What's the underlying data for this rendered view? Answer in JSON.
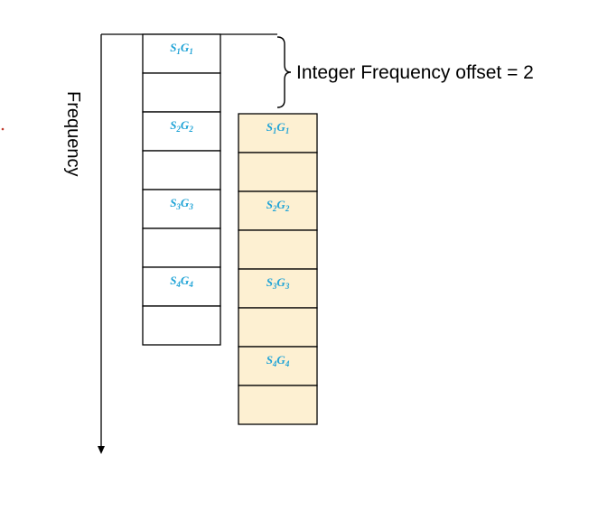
{
  "axis": {
    "label": "Frequency"
  },
  "offset_annotation": {
    "label": "Integer Frequency offset = 2"
  },
  "colors": {
    "label_blue": "#1fa3d6",
    "shifted_fill": "#fdf0d2",
    "original_fill": "#ffffff",
    "stroke": "#000000",
    "stray_dot": "#c0392b"
  },
  "original_column": {
    "cells": [
      {
        "label_main1": "S",
        "label_sub1": "1",
        "label_main2": "G",
        "label_sub2": "1"
      },
      {},
      {
        "label_main1": "S",
        "label_sub1": "2",
        "label_main2": "G",
        "label_sub2": "2"
      },
      {},
      {
        "label_main1": "S",
        "label_sub1": "3",
        "label_main2": "G",
        "label_sub2": "3"
      },
      {},
      {
        "label_main1": "S",
        "label_sub1": "4",
        "label_main2": "G",
        "label_sub2": "4"
      },
      {}
    ]
  },
  "shifted_column": {
    "cells": [
      {
        "label_main1": "S",
        "label_sub1": "1",
        "label_main2": "G",
        "label_sub2": "1"
      },
      {},
      {
        "label_main1": "S",
        "label_sub1": "2",
        "label_main2": "G",
        "label_sub2": "2"
      },
      {},
      {
        "label_main1": "S",
        "label_sub1": "3",
        "label_main2": "G",
        "label_sub2": "3"
      },
      {},
      {
        "label_main1": "S",
        "label_sub1": "4",
        "label_main2": "G",
        "label_sub2": "4"
      },
      {}
    ]
  }
}
